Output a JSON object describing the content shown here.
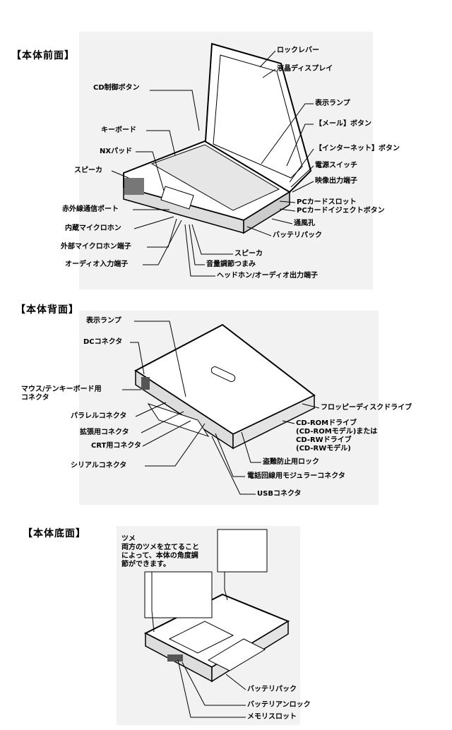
{
  "front": {
    "title": "【本体前面】",
    "labels": {
      "lock_lever": "ロックレバー",
      "lcd": "液晶ディスプレイ",
      "cd_buttons": "CD制御ボタン",
      "indicator": "表示ランプ",
      "mail_button": "【メール】ボタン",
      "keyboard": "キーボード",
      "nx_pad": "NXパッド",
      "internet_button": "【インターネット】ボタン",
      "speaker_left": "スピーカ",
      "power_switch": "電源スイッチ",
      "video_out": "映像出力端子",
      "pc_slot": "PCカードスロット",
      "ir_port": "赤外線通信ポート",
      "pc_eject": "PCカードイジェクトボタン",
      "vent": "通風孔",
      "internal_mic": "内蔵マイクロホン",
      "battery": "バッテリパック",
      "ext_mic": "外部マイクロホン端子",
      "speaker_bottom": "スピーカ",
      "audio_in": "オーディオ入力端子",
      "volume": "音量調節つまみ",
      "headphone": "ヘッドホン/オーディオ出力端子"
    }
  },
  "back": {
    "title": "【本体背面】",
    "labels": {
      "indicator": "表示ランプ",
      "dc": "DCコネクタ",
      "mouse_line1": "マウス/テンキーボード用",
      "mouse_line2": "コネクタ",
      "parallel": "パラレルコネクタ",
      "expansion": "拡張用コネクタ",
      "crt": "CRT用コネクタ",
      "serial": "シリアルコネクタ",
      "floppy": "フロッピーディスクドライブ",
      "cdrom_line1": "CD-ROMドライブ",
      "cdrom_line2": "(CD-ROMモデル)または",
      "cdrom_line3": "CD-RWドライブ",
      "cdrom_line4": "(CD-RWモデル)",
      "lock": "盗難防止用ロック",
      "modular": "電話回線用モジュラーコネクタ",
      "usb": "USBコネクタ"
    }
  },
  "bottom": {
    "title": "【本体底面】",
    "labels": {
      "tab_title": "ツメ",
      "tab_note1": "両方のツメを立てること",
      "tab_note2": "によって、本体の角度調",
      "tab_note3": "節ができます。",
      "battery": "バッテリパック",
      "battery_lock": "バッテリアンロック",
      "memory": "メモリスロット"
    }
  }
}
